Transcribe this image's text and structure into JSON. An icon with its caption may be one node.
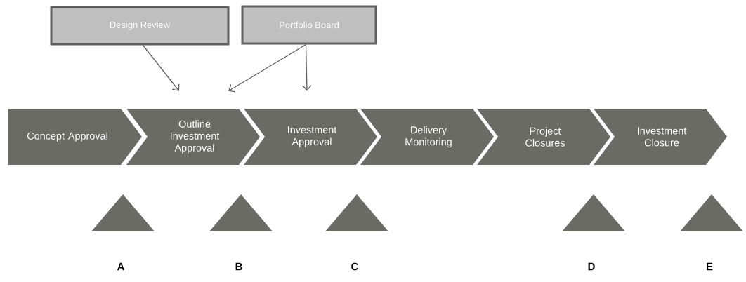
{
  "diagram": {
    "nodes": [
      {
        "text": [
          "Design Review"
        ]
      },
      {
        "text": [
          "Portfolio Board"
        ]
      },
      {
        "text": [
          "Concept Approval"
        ]
      },
      {
        "text": [
          "Outline Investment Approval"
        ]
      },
      {
        "text": [
          "Investment Approval"
        ]
      },
      {
        "text": [
          "Delivery Monitoring"
        ]
      },
      {
        "text": [
          "Project Closures"
        ]
      },
      {
        "text": [
          "Investment Closure"
        ]
      },
      {
        "text": [],
        "shape": "triangle",
        "beside": [
          "A"
        ]
      },
      {
        "text": [],
        "shape": "triangle",
        "beside": [
          "B"
        ]
      },
      {
        "text": [],
        "shape": "triangle",
        "beside": [
          "C"
        ]
      },
      {
        "text": [],
        "shape": "triangle",
        "beside": [
          "D"
        ]
      },
      {
        "text": [],
        "shape": "triangle",
        "beside": [
          "E"
        ]
      }
    ],
    "edges": [
      {
        "from": 0,
        "to": 3,
        "arrow": "to"
      },
      {
        "from": 1,
        "to": 3,
        "arrow": "to"
      },
      {
        "from": 1,
        "to": 4,
        "arrow": "to"
      }
    ]
  }
}
